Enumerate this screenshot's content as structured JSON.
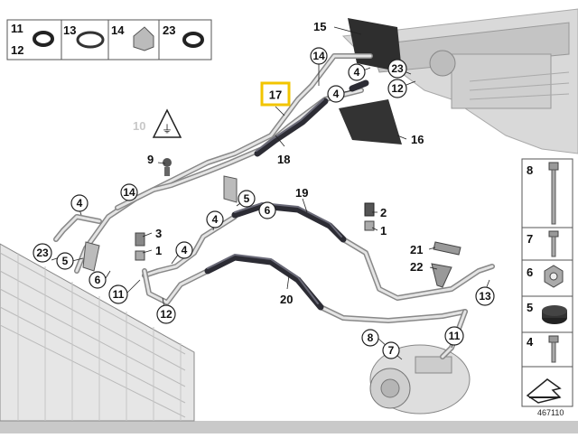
{
  "legend_top": {
    "items": [
      {
        "num_a": "11",
        "num_b": "12"
      },
      {
        "num_a": "13"
      },
      {
        "num_a": "14"
      },
      {
        "num_a": "23"
      }
    ]
  },
  "callouts": {
    "c15": "15",
    "c14a": "14",
    "c4a": "4",
    "c23a": "23",
    "c12a": "12",
    "c4b": "4",
    "c17": "17",
    "c16": "16",
    "c10": "10",
    "c9": "9",
    "c18": "18",
    "c4c": "4",
    "c14b": "14",
    "c5a": "5",
    "c6a": "6",
    "c19": "19",
    "c4d": "4",
    "c2": "2",
    "c1a": "1",
    "c3": "3",
    "c1b": "1",
    "c23b": "23",
    "c5b": "5",
    "c6b": "6",
    "c11a": "11",
    "c4e": "4",
    "c12b": "12",
    "c21": "21",
    "c22": "22",
    "c20": "20",
    "c13": "13",
    "c8": "8",
    "c7": "7",
    "c11b": "11"
  },
  "side_legend": {
    "items": [
      "8",
      "7",
      "6",
      "5",
      "4"
    ]
  },
  "diagram_number": "467110",
  "colors": {
    "highlight": "#f2c400",
    "hose": "#2c2c34",
    "pipe": "#888888"
  }
}
